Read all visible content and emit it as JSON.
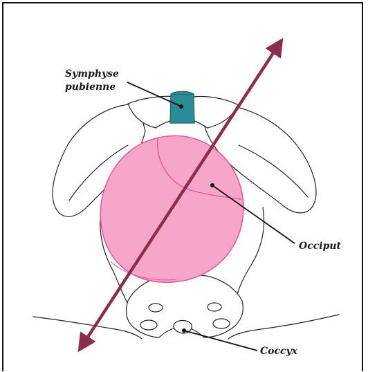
{
  "labels": {
    "symphyse_line1": "Symphyse",
    "symphyse_line2": "pubienne",
    "occiput": "Occiput",
    "coccyx": "Coccyx"
  },
  "colors": {
    "head_fill": "#f6a6c8",
    "head_stroke": "#e8569a",
    "symphysis": "#2a8c97",
    "arrow": "#8b2d4b",
    "outline": "#222222"
  },
  "icons": {
    "arrow": "double-headed-diagonal-arrow"
  }
}
